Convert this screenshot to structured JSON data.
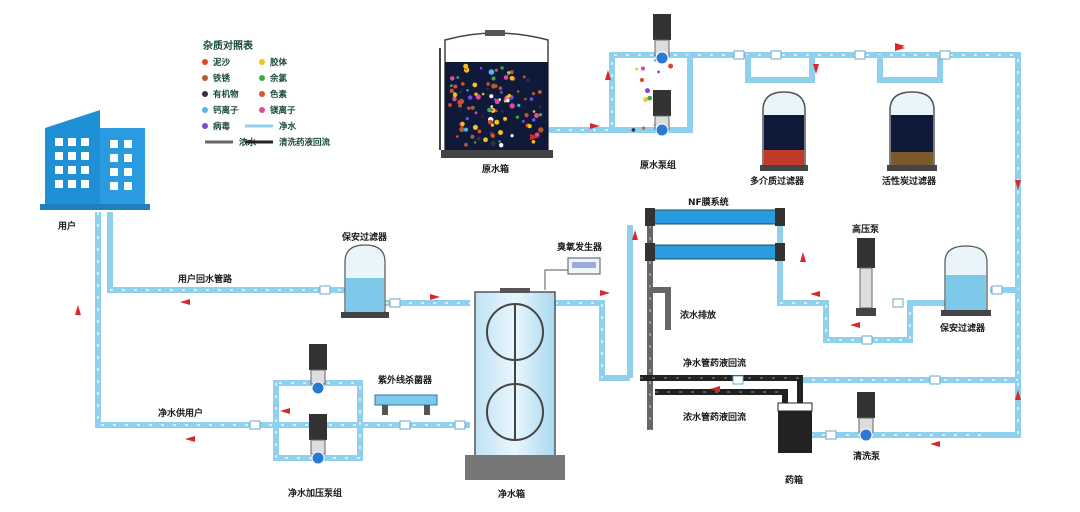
{
  "legend": {
    "title": "杂质对照表",
    "items": [
      {
        "label": "泥沙",
        "color": "#d94a2a"
      },
      {
        "label": "胶体",
        "color": "#f2c21b"
      },
      {
        "label": "铁锈",
        "color": "#b55a2b"
      },
      {
        "label": "余氯",
        "color": "#3daa4a"
      },
      {
        "label": "有机物",
        "color": "#333333"
      },
      {
        "label": "色素",
        "color": "#e0542b"
      },
      {
        "label": "钙离子",
        "color": "#4fb6e6"
      },
      {
        "label": "镁离子",
        "color": "#e04a9a"
      },
      {
        "label": "病毒",
        "color": "#7a4ad8"
      }
    ],
    "lines": [
      {
        "label": "净水",
        "color": "#8fd0ef"
      },
      {
        "label": "浓水",
        "color": "#666666"
      },
      {
        "label": "清洗药液回流",
        "color": "#222222"
      }
    ]
  },
  "labels": {
    "user": "用户",
    "raw_tank": "原水箱",
    "raw_pump": "原水泵组",
    "multi_filter": "多介质过滤器",
    "carbon_filter": "活性炭过滤器",
    "nf_system": "NF膜系统",
    "hp_pump": "高压泵",
    "security_filter_right": "保安过滤器",
    "security_filter_left": "保安过滤器",
    "ozone": "臭氧发生器",
    "concentrate_drain": "浓水排放",
    "clean_return_1": "净水管药液回流",
    "clean_return_2": "浓水管药液回流",
    "return_pipe": "用户回水管路",
    "supply_user": "净水供用户",
    "uv": "紫外线杀菌器",
    "clean_tank": "净水箱",
    "booster_pump": "净水加压泵组",
    "chem_tank": "药箱",
    "clean_pump": "清洗泵"
  }
}
